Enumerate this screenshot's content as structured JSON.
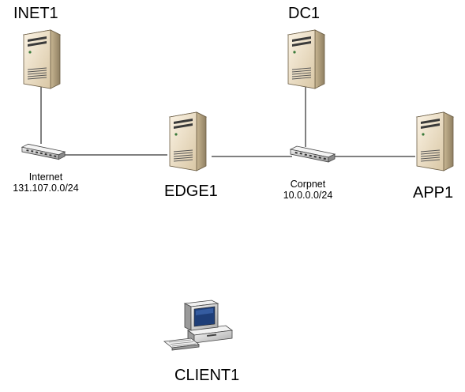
{
  "nodes": {
    "inet1": {
      "label": "INET1",
      "type": "server-icon"
    },
    "dc1": {
      "label": "DC1",
      "type": "server-icon"
    },
    "edge1": {
      "label": "EDGE1",
      "type": "server-icon"
    },
    "app1": {
      "label": "APP1",
      "type": "server-icon"
    },
    "client1": {
      "label": "CLIENT1",
      "type": "workstation-icon"
    }
  },
  "networks": {
    "internet": {
      "name": "Internet",
      "subnet": "131.107.0.0/24",
      "type": "switch-icon"
    },
    "corpnet": {
      "name": "Corpnet",
      "subnet": "10.0.0.0/24",
      "type": "switch-icon"
    }
  },
  "links": [
    {
      "from": "inet1",
      "to": "internet"
    },
    {
      "from": "internet",
      "to": "edge1"
    },
    {
      "from": "edge1",
      "to": "corpnet"
    },
    {
      "from": "dc1",
      "to": "corpnet"
    },
    {
      "from": "corpnet",
      "to": "app1"
    }
  ],
  "colors": {
    "server_front": "#e9dcc4",
    "server_side": "#b9a887",
    "server_top": "#fbf5ea",
    "line": "#000000",
    "switch": "#d8d8d8"
  }
}
